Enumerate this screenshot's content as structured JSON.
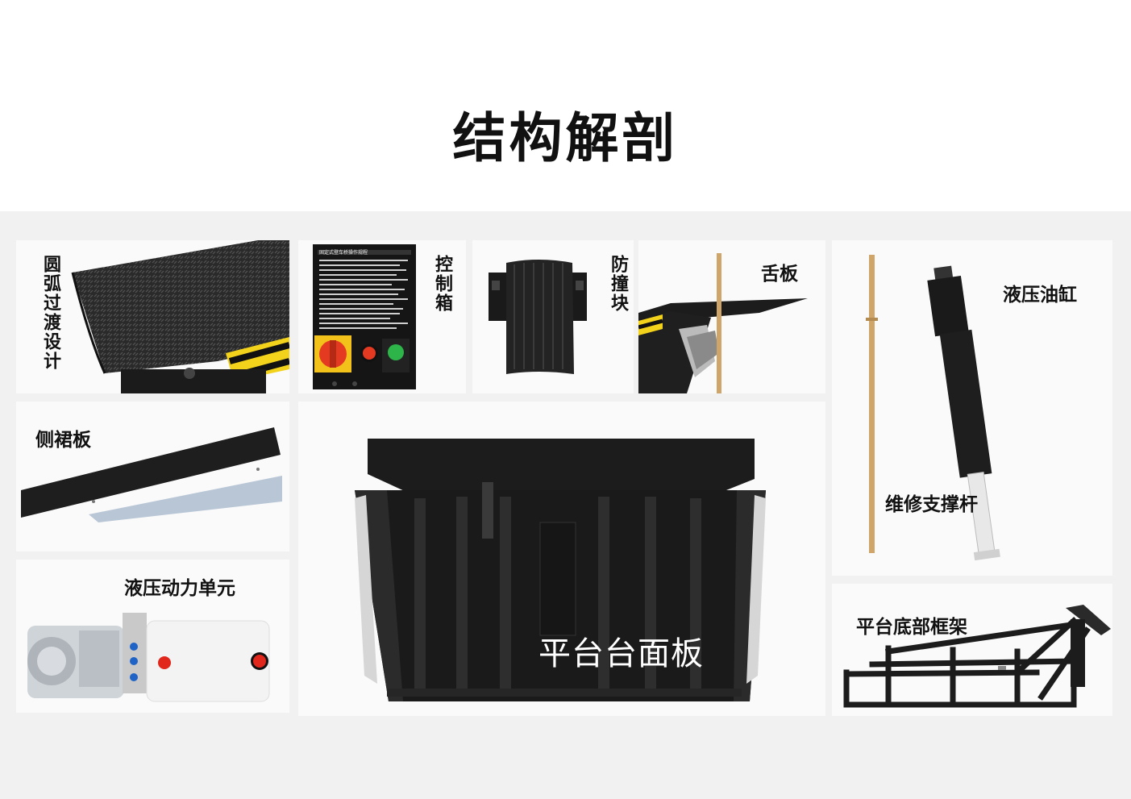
{
  "page": {
    "title": "结构解剖"
  },
  "parts": {
    "arc_transition": "圆弧过渡设计",
    "control_box": "控制箱",
    "bumper": "防撞块",
    "lip_plate": "舌板",
    "hydraulic_cylinder": "液压油缸",
    "side_skirt": "侧裙板",
    "platform_panel": "平台台面板",
    "maintenance_strut": "维修支撑杆",
    "hydraulic_power_unit": "液压动力单元",
    "base_frame": "平台底部框架"
  },
  "control_box_sign": {
    "heading": "固定式登车桥操作规程"
  },
  "colors": {
    "steel": "#1f1f1f",
    "hazard_yellow": "#f2d21b",
    "knob_red": "#e53a22",
    "button_green": "#2db54a",
    "strut_wood": "#cfa56a"
  }
}
